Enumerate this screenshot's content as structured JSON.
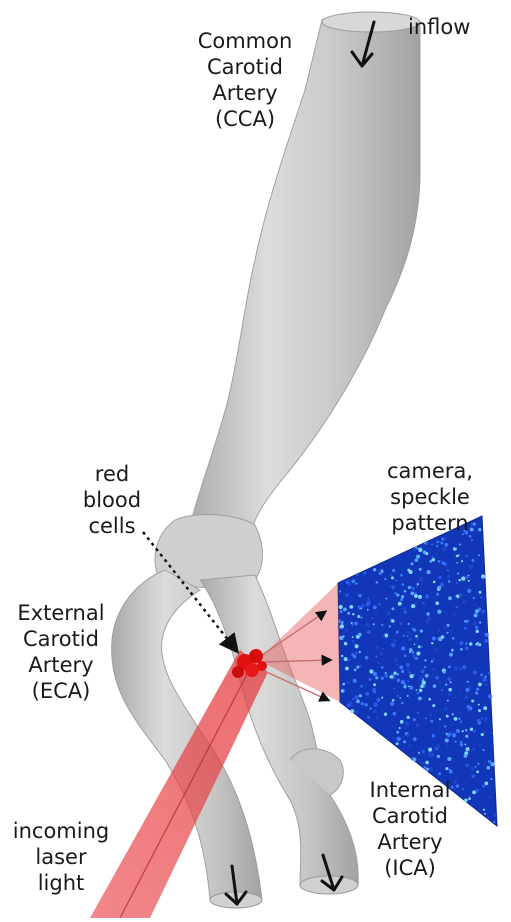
{
  "labels": {
    "inflow": "inflow",
    "cca": [
      "Common",
      "Carotid",
      "Artery",
      "(CCA)"
    ],
    "camera": [
      "camera,",
      "speckle",
      "pattern"
    ],
    "rbc": [
      "red",
      "blood",
      "cells"
    ],
    "eca": [
      "External",
      "Carotid",
      "Artery",
      "(ECA)"
    ],
    "ica": [
      "Internal",
      "Carotid",
      "Artery",
      "(ICA)"
    ],
    "laser": [
      "incoming",
      "laser",
      "light"
    ]
  },
  "colors": {
    "vessel": "#c9c9c7",
    "vessel_edge": "#9c9c9a",
    "laser": "#e24b4b",
    "speckle_bg": "#1236b8",
    "rbc": "#e01010",
    "arrow": "#111111"
  }
}
